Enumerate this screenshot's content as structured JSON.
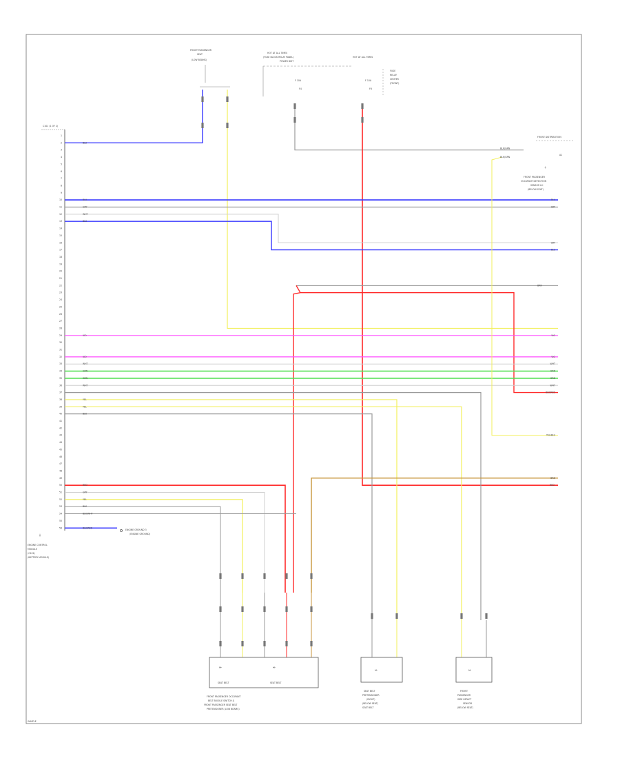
{
  "diagram": {
    "frame_label": "SAMPLE",
    "module_left": {
      "title_lines": [
        "ENGINE CONTROL",
        "MODULE",
        "(C101)",
        "(BATTERY MODULE)"
      ],
      "header": "C101 (1 OF 2)",
      "ground_label": "ENGINE GROUND 3",
      "ground_sub": "(ENGINE GROUND)"
    },
    "top_connector": {
      "lines": [
        "FRONT PASSENGER",
        "SEAT",
        "(LOW BEAMS)"
      ]
    },
    "battery_block": {
      "lines": [
        "HOT AT ALL TIMES",
        "(FUSE BLOCK RELAY PANEL)",
        "POWER DIST"
      ],
      "hot_label": "HOT AT ALL TIMES",
      "fuse_a": "F 10A",
      "fuse_a_pin": "F4",
      "fuse_b": "F 10A",
      "fuse_b_pin": "F6",
      "block_lines": [
        "FUSE",
        "RELAY",
        "CENTER",
        "(FRONT)"
      ]
    },
    "right_module": {
      "top_label": "FRONT DISTRIBUTION",
      "lines": [
        "FRONT PASSENGER",
        "OCCUPANT DETECTION",
        "SENSOR LH",
        "(BELOW SEAT)"
      ],
      "pin": "A1"
    },
    "left_pins": [
      "1",
      "2",
      "3",
      "4",
      "5",
      "6",
      "7",
      "8",
      "9",
      "10",
      "11",
      "12",
      "13",
      "14",
      "15",
      "16",
      "17",
      "18",
      "19",
      "20",
      "21",
      "22",
      "23",
      "24",
      "25",
      "26",
      "27",
      "28",
      "29",
      "30",
      "31",
      "32",
      "33",
      "34",
      "35",
      "36",
      "37",
      "38",
      "39",
      "40",
      "41",
      "42",
      "43",
      "44",
      "45",
      "46",
      "47",
      "48",
      "49",
      "50",
      "51",
      "52",
      "53",
      "54",
      "55",
      "56"
    ],
    "wire_labels": {
      "blu_top": "BLU",
      "blu_a": "BLU",
      "gry_a": "GRY",
      "wht_a": "WHT",
      "blu_b": "BLU",
      "vio_a": "VIO",
      "vio_b": "VIO",
      "wht_b": "WHT",
      "grn_a": "GRN",
      "grn_b": "GRN",
      "wht_c": "WHT",
      "yel_a": "YEL",
      "yel_b": "YEL",
      "blk_a": "BLK",
      "red_a": "RED",
      "gry_b": "GRY",
      "yel_c": "YEL",
      "blk_b": "BLK",
      "blkwht": "BLK/WHT",
      "blured": "BLU/RED",
      "gry_top": "BLK/GRN",
      "yelblu": "YEL/BLU",
      "r_blu": "BLU",
      "r_gry": "GRY",
      "r_gry2": "GRY",
      "r_blu2": "BLU",
      "r_blkgrn": "BLK/GRN",
      "r_brn": "BRN",
      "r_vio": "VIO",
      "r_vio2": "VIO",
      "r_wht": "WHT",
      "r_grn": "GRN",
      "r_grn2": "GRN",
      "r_wht2": "WHT",
      "r_blkred": "BLK/RED",
      "r_yelblu": "YEL/BLU",
      "r_brn2": "BRN",
      "r_red": "RED"
    },
    "bottom_modules": [
      {
        "lines": [
          "FRONT PASSENGER OCCUPANT",
          "BELT BUCKLE SWITCH &",
          "FRONT PASSENGER SEAT BELT",
          "PRETENSIONER (LOW BEAMS)"
        ],
        "pins": [
          "SEAT BELT",
          "SEAT BELT"
        ]
      },
      {
        "lines": [
          "SEAT BELT",
          "PRETENSIONER",
          "(RIGHT)",
          "(BELOW SEAT)",
          "SEAT BELT"
        ],
        "pins": []
      },
      {
        "lines": [
          "FRONT",
          "PASSENGER",
          "SIDE IMPACT",
          "SENSOR",
          "(BELOW SEAT)"
        ],
        "pins": []
      }
    ]
  },
  "colors": {
    "blue": "#3a3aff",
    "red": "#ff2a2a",
    "yellow": "#f2ef5a",
    "green": "#56e056",
    "violet": "#ff4cff",
    "gray": "#9a9a9a",
    "black": "#333333",
    "brown": "#c8963c",
    "white": "#cfcfcf"
  }
}
